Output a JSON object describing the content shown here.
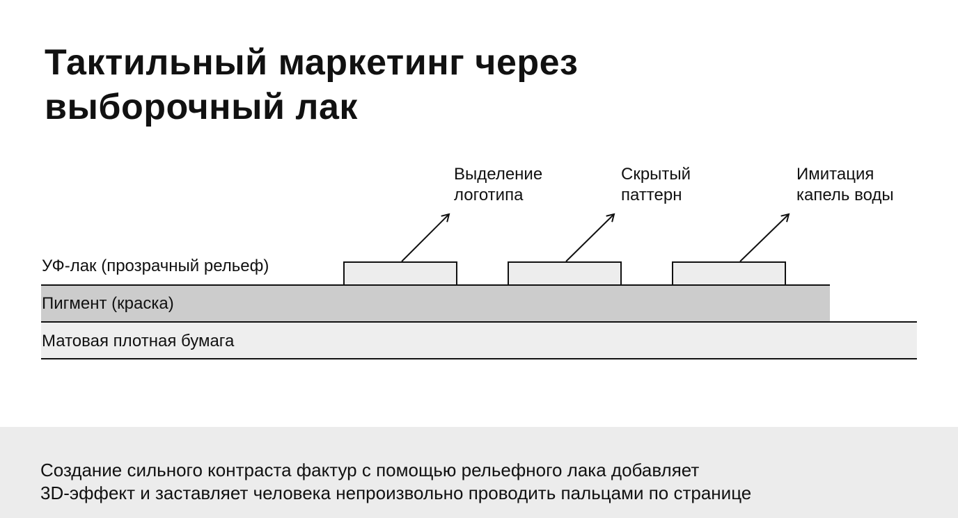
{
  "title": {
    "line1": "Тактильный маркетинг через",
    "line2": "выборочный лак"
  },
  "layers": {
    "varnish": "УФ-лак (прозрачный рельеф)",
    "pigment": "Пигмент (краска)",
    "paper": "Матовая плотная бумага"
  },
  "callouts": [
    {
      "line1": "Выделение",
      "line2": "логотипа"
    },
    {
      "line1": "Скрытый",
      "line2": "паттерн"
    },
    {
      "line1": "Имитация",
      "line2": "капель воды"
    }
  ],
  "footer": {
    "line1": "Создание сильного контраста фактур с помощью рельефного лака добавляет",
    "line2": "3D-эффект и заставляет человека непроизвольно проводить пальцами по странице"
  },
  "colors": {
    "pigment_fill": "#cccccc",
    "paper_fill": "#eeeeee",
    "varnish_fill": "#ededed",
    "line": "#111111",
    "footer_bg": "#ececec"
  }
}
